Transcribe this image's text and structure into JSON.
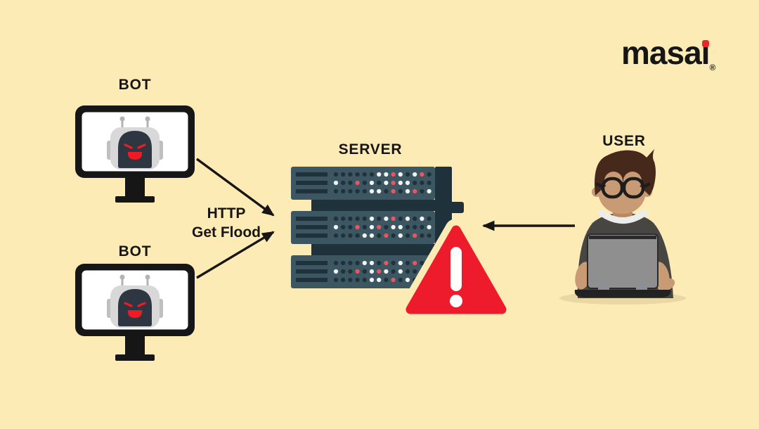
{
  "background_color": "#FDEBB6",
  "logo": {
    "text": "masai",
    "display_text_main": "masa",
    "display_text_i": "ı",
    "registered_mark": "®",
    "text_color": "#161616",
    "i_dot_color": "#E8262D"
  },
  "bots": {
    "bot1_label": "BOT",
    "bot2_label": "BOT",
    "robot_face_color": "#2D3641",
    "robot_accent_color": "#ED1C24",
    "helmet_color": "#D8D8D8"
  },
  "attack": {
    "line1": "HTTP",
    "line2": "Get Flood"
  },
  "server": {
    "label": "SERVER",
    "body_color": "#3C5662",
    "panel_color": "#1F323C",
    "led_colors": {
      "d": "#1F323C",
      "w": "#F2F5F5",
      "r": "#EF5360"
    },
    "led_patterns": [
      [
        "ddddddwwrwdwrd",
        "wddrdwdwrwwddd",
        "dddddwwdrdwrdw"
      ],
      [
        "dddddwdwrdwdwd",
        "wddrdwrdwwdddw",
        "ddddwwdrdwdrdd"
      ],
      [
        "ddddwwdrdwdrdd",
        "wddrdwrwdwdddd",
        "dddddwwdrdwddd"
      ]
    ]
  },
  "warning": {
    "symbol": "!",
    "triangle_color": "#EE1B2C",
    "symbol_color": "#FFFFFF"
  },
  "user": {
    "label": "USER",
    "sweater_color": "#474643",
    "skin_color": "#C89B74",
    "hair_color": "#46291B",
    "laptop_color": "#8F8F8F"
  },
  "arrows": {
    "color": "#161616"
  }
}
